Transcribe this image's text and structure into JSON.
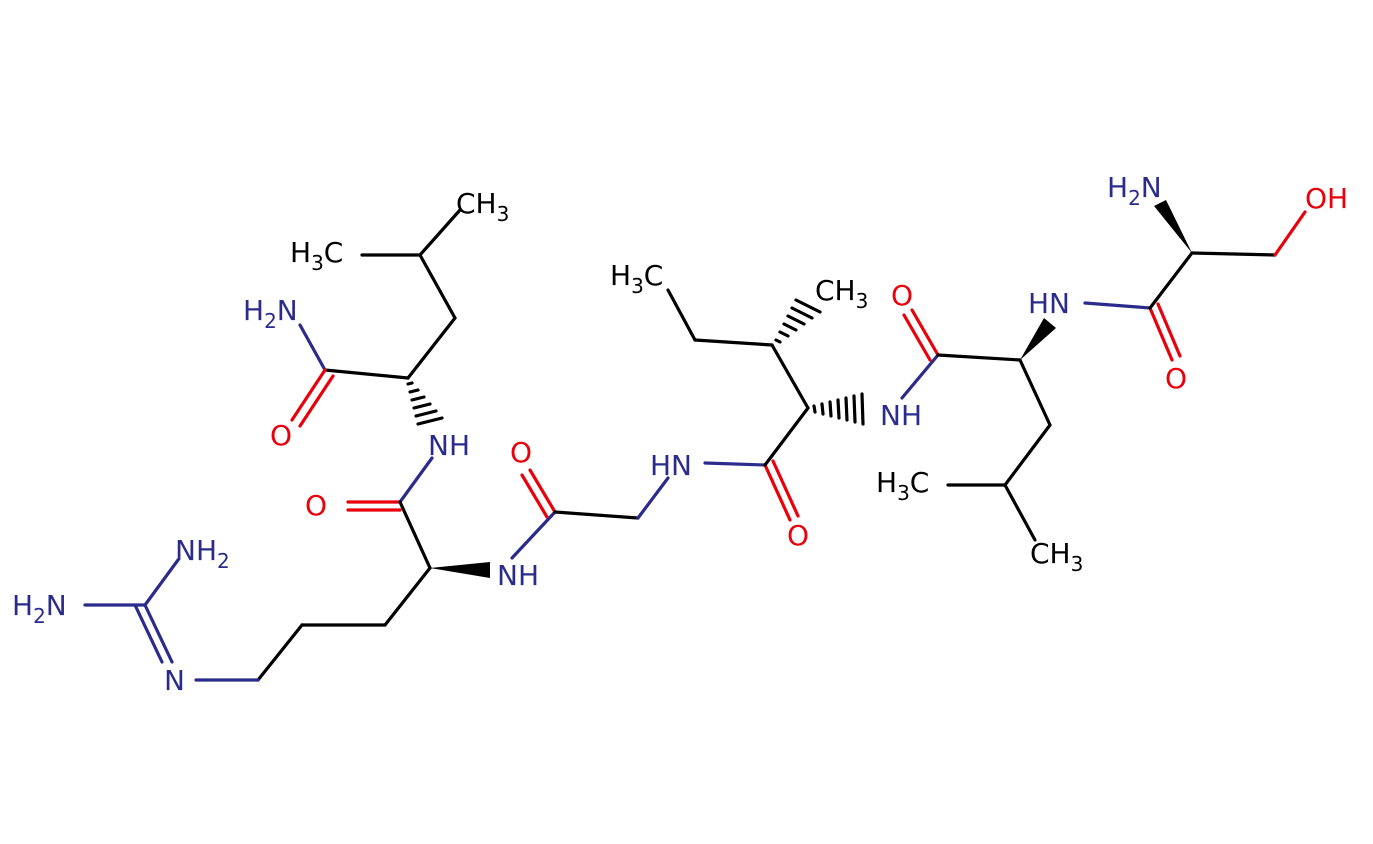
{
  "atoms": {
    "ch3_leu1_top": {
      "text": "CH",
      "sub": "3"
    },
    "h3c_leu1": {
      "pre": "H",
      "sub": "3",
      "text": "C"
    },
    "nh2_amide": {
      "text": "H",
      "sub": "2",
      "post": "N"
    },
    "o_amide": {
      "text": "O"
    },
    "nh_leu1": {
      "text": "NH"
    },
    "o_arg": {
      "text": "O"
    },
    "nh_arg": {
      "text": "NH"
    },
    "nh2_guan_top": {
      "text": "NH",
      "sub": "2"
    },
    "h2n_guan": {
      "pre": "H",
      "sub": "2",
      "text": "N"
    },
    "n_guan": {
      "text": "N"
    },
    "o_gly": {
      "text": "O"
    },
    "hn_gly": {
      "text": "HN"
    },
    "o_ile": {
      "text": "O"
    },
    "h3c_ile": {
      "pre": "H",
      "sub": "3",
      "text": "C"
    },
    "ch3_ile": {
      "text": "CH",
      "sub": "3"
    },
    "nh_ile": {
      "text": "NH"
    },
    "o_leu2": {
      "text": "O"
    },
    "h3c_leu2": {
      "pre": "H",
      "sub": "3",
      "text": "C"
    },
    "ch3_leu2": {
      "text": "CH",
      "sub": "3"
    },
    "hn_leu2": {
      "text": "HN"
    },
    "h2n_ser": {
      "pre": "H",
      "sub": "2",
      "text": "N"
    },
    "oh_ser": {
      "text": "OH"
    },
    "o_ser": {
      "text": "O"
    }
  },
  "colors": {
    "carbon": "#000000",
    "nitrogen": "#2b2b8c",
    "oxygen": "#e8000b",
    "background": "#ffffff"
  }
}
